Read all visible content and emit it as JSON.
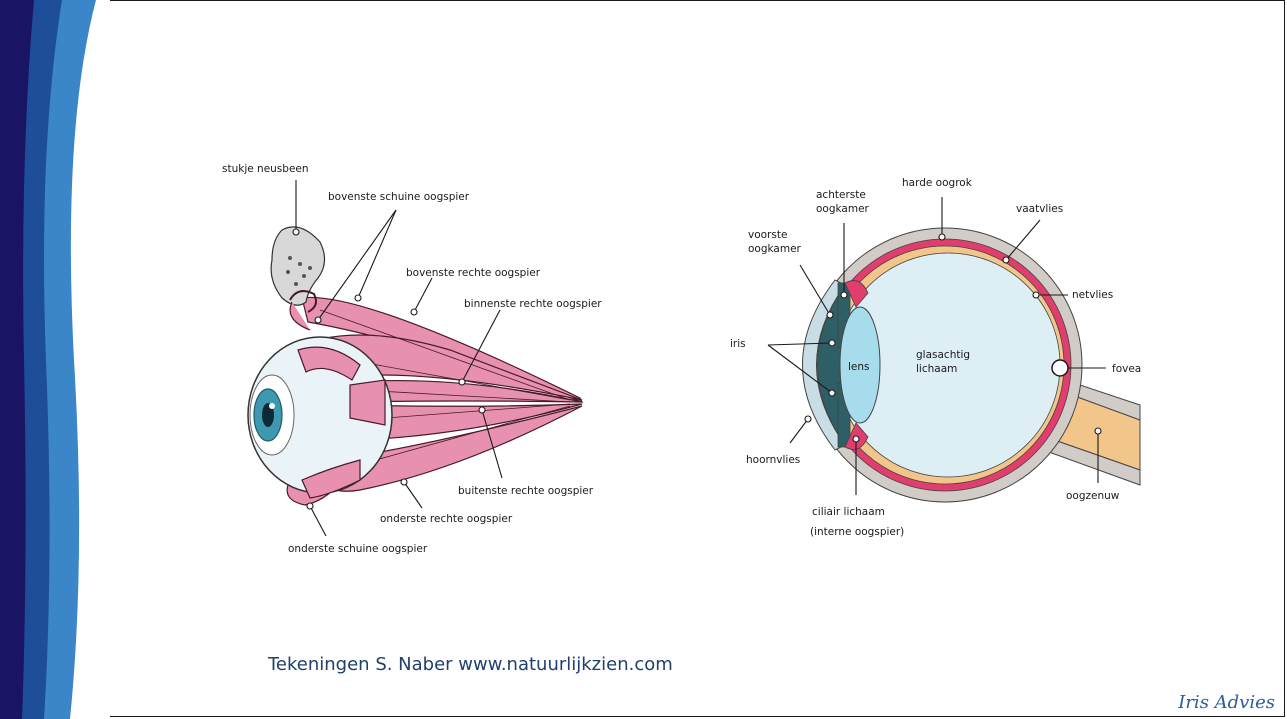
{
  "slide": {
    "caption": "Tekeningen S. Naber www.natuurlijkzien.com",
    "footer": "Iris Advies"
  },
  "diagram_left": {
    "labels": [
      "stukje neusbeen",
      "bovenste schuine oogspier",
      "bovenste rechte oogspier",
      "binnenste rechte oogspier",
      "buitenste rechte oogspier",
      "onderste rechte oogspier",
      "onderste schuine oogspier"
    ]
  },
  "diagram_right": {
    "labels": [
      "achterste",
      "oogkamer",
      "harde oogrok",
      "vaatvlies",
      "voorste",
      "oogkamer",
      "netvlies",
      "iris",
      "lens",
      "glasachtig",
      "lichaam",
      "fovea",
      "hoornvlies",
      "oogzenuw",
      "ciliair lichaam",
      "(interne oogspier)"
    ]
  },
  "colors": {
    "band_dark": "#1a1464",
    "band_mid": "#1e4e9a",
    "band_light": "#3b86c8",
    "muscle": "#e890b0",
    "sclera": "#d1ccc8",
    "retina": "#e03e6c",
    "choroid": "#f2c58a",
    "vitreous": "#ddeef5",
    "iris": "#2e5f66",
    "lens": "#a6dcec"
  }
}
